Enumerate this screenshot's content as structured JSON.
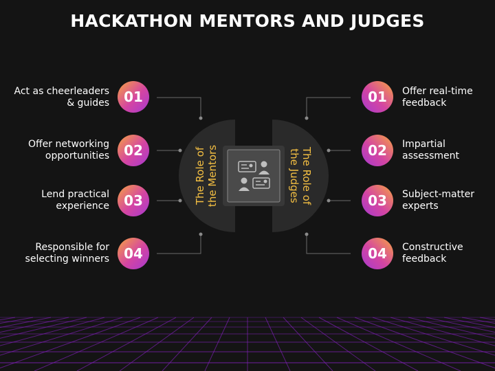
{
  "title": "HACKATHON MENTORS AND JUDGES",
  "mentors": {
    "heading": "The Role of\nthe Mentors",
    "items": [
      {
        "num": "01",
        "text": "Act as cheerleaders\n& guides"
      },
      {
        "num": "02",
        "text": "Offer networking\nopportunities"
      },
      {
        "num": "03",
        "text": "Lend practical\nexperience"
      },
      {
        "num": "04",
        "text": "Responsible for\nselecting winners"
      }
    ]
  },
  "judges": {
    "heading": "The Role of\nthe Judges",
    "items": [
      {
        "num": "01",
        "text": "Offer real-time\nfeedback"
      },
      {
        "num": "02",
        "text": "Impartial\nassessment"
      },
      {
        "num": "03",
        "text": "Subject-matter\nexperts"
      },
      {
        "num": "04",
        "text": "Constructive\nfeedback"
      }
    ]
  },
  "center_icon": "mentor-judge-people-icon",
  "colors": {
    "background": "#141414",
    "heading_accent": "#f5c043",
    "gradient_orange": "#f7a340",
    "gradient_pink": "#d445a2",
    "gradient_purple": "#a63ad0",
    "grid": "#8a22c8"
  }
}
